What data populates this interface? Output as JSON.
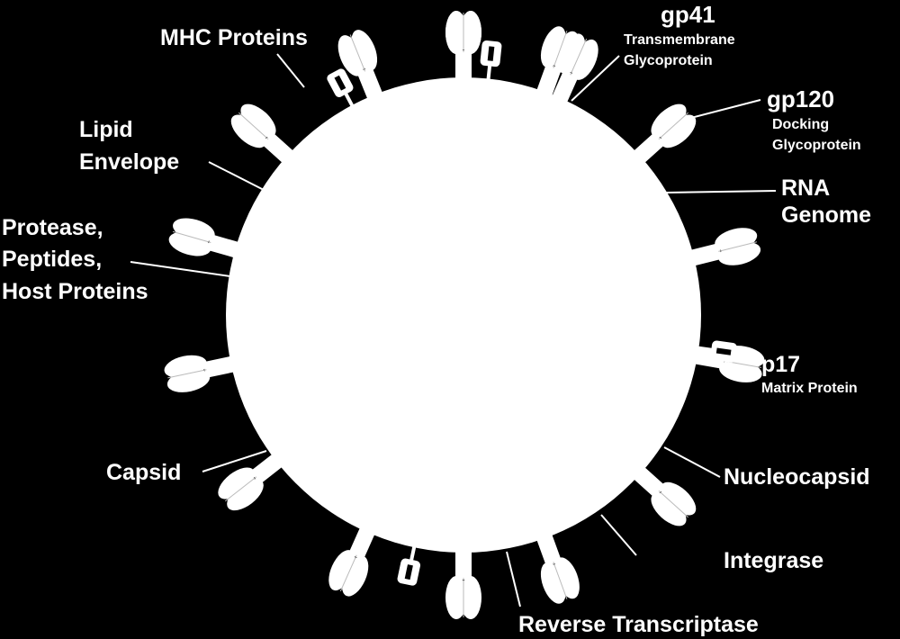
{
  "colors": {
    "background": "#000000",
    "foreground": "#ffffff"
  },
  "labels": {
    "gp41": "gp41",
    "gp41_sub1": "Transmembrane",
    "gp41_sub2": "Glycoprotein",
    "gp120": "gp120",
    "gp120_sub1": "Docking",
    "gp120_sub2": "Glycoprotein",
    "mhc": "MHC Proteins",
    "lipid1": "Lipid",
    "lipid2": "Envelope",
    "rna1": "RNA",
    "rna2": "Genome",
    "protease1": "Protease,",
    "protease2": "Peptides,",
    "protease3": "Host Proteins",
    "p17": "p17",
    "p17_sub": "Matrix Protein",
    "capsid": "Capsid",
    "nucleocapsid": "Nucleocapsid",
    "integrase": "Integrase",
    "reverse_transcriptase": "Reverse Transcriptase"
  }
}
